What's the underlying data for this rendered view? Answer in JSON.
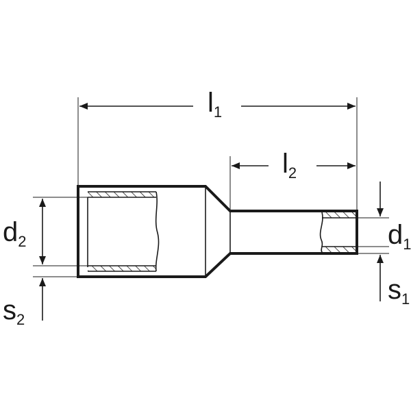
{
  "labels": {
    "l1": {
      "main": "l",
      "sub": "1"
    },
    "l2": {
      "main": "l",
      "sub": "2"
    },
    "d1": {
      "main": "d",
      "sub": "1"
    },
    "d2": {
      "main": "d",
      "sub": "2"
    },
    "s1": {
      "main": "s",
      "sub": "1"
    },
    "s2": {
      "main": "s",
      "sub": "2"
    }
  },
  "colors": {
    "ink": "#1a1a1a",
    "background": "#ffffff"
  }
}
